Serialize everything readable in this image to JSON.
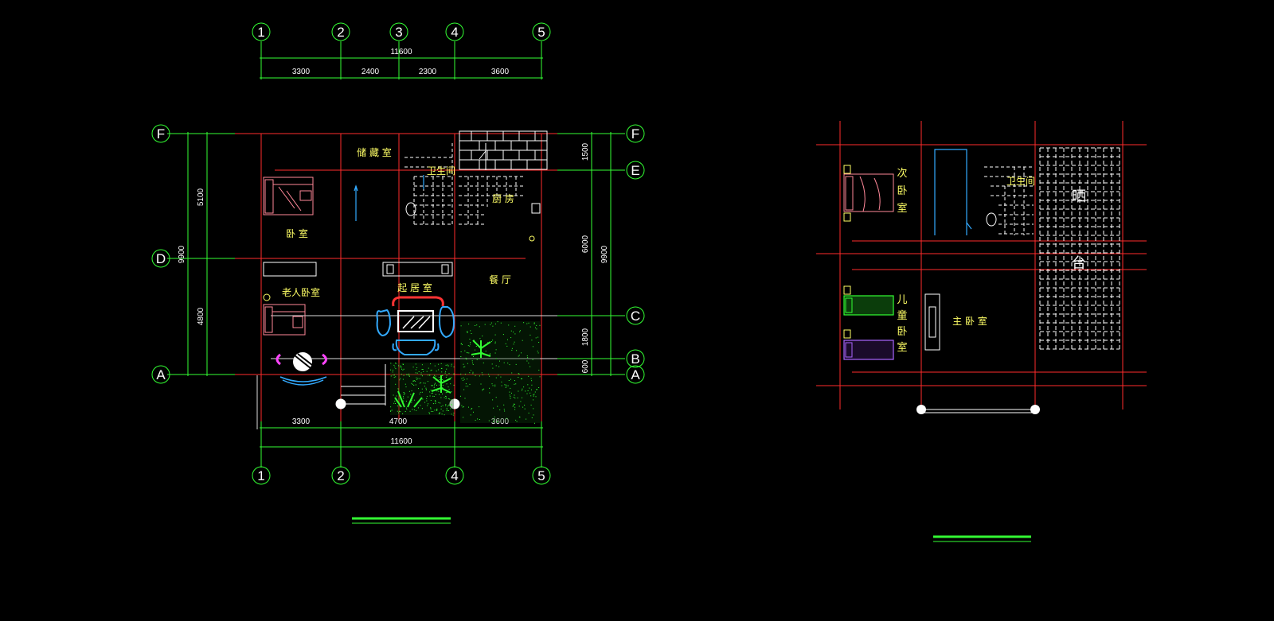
{
  "plan_left": {
    "axes_top": [
      "1",
      "2",
      "3",
      "4",
      "5"
    ],
    "axes_bottom": [
      "1",
      "2",
      "4",
      "5"
    ],
    "axes_left": [
      "F",
      "D",
      "A"
    ],
    "axes_right": [
      "F",
      "E",
      "C",
      "B",
      "A"
    ],
    "dims_top_total": "11600",
    "dims_top": [
      "3300",
      "2400",
      "2300",
      "3600"
    ],
    "dims_bottom": [
      "3300",
      "4700",
      "3600"
    ],
    "dims_bottom_total": "11600",
    "dims_left_total": "9900",
    "dims_left": [
      "5100",
      "4800"
    ],
    "dims_right": [
      "1500",
      "6000",
      "1800",
      "600"
    ],
    "dims_right_total": "9900",
    "rooms": {
      "storage": "储 藏 室",
      "bath": "卫生间",
      "kitchen": "厨 房",
      "bedroom": "卧 室",
      "elder_bedroom": "老人卧室",
      "living": "起 居 室",
      "dining": "餐 厅"
    }
  },
  "plan_right": {
    "rooms": {
      "second_bedroom": [
        "次",
        "卧",
        "室"
      ],
      "bath": "卫生间",
      "balcony_top": "晒",
      "balcony_bottom": "台",
      "kids_room": [
        "儿",
        "童",
        "卧",
        "室"
      ],
      "master_bedroom": "主 卧 室"
    }
  },
  "colors": {
    "axis_line": "#ff2b2b",
    "dimension": "#33ff33",
    "wall_white": "#ffffff",
    "text_yellow": "#ffff66",
    "furniture_blue": "#33aaff",
    "furniture_red": "#ff3333",
    "magenta": "#ff44ff",
    "bed_pink": "#ff8899",
    "plants": "#33ff33"
  }
}
